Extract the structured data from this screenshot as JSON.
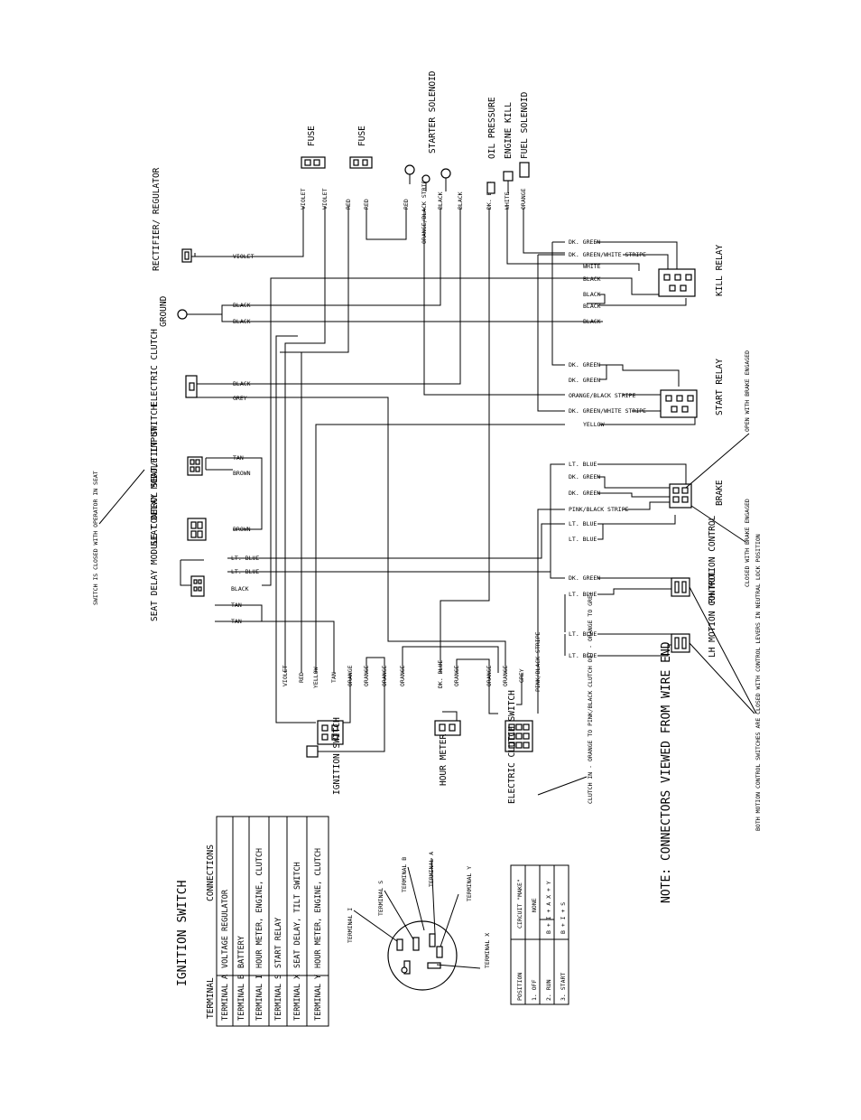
{
  "components": {
    "rectifier": "RECTIFIER/ REGULATOR",
    "ground": "GROUND",
    "electric_clutch": "ELECTRIC CLUTCH",
    "seat_tilt_switch": "SEAT/TILT SWITCH",
    "seat_delay_input": "SEAT DELAY MODULE INPUT",
    "seat_delay_control": "SEAT DELAY MODULE CONTROL",
    "fuse_1": "FUSE",
    "fuse_2": "FUSE",
    "starter_solenoid": "STARTER SOLENOID",
    "oil_pressure": "OIL PRESSURE",
    "engine_kill": "ENGINE KILL",
    "fuel_solenoid": "FUEL SOLENOID",
    "kill_relay": "KILL RELAY",
    "start_relay": "START RELAY",
    "brake": "BRAKE",
    "rh_motion": "RH MOTION CONTROL",
    "lh_motion": "LH MOTION CONTROL",
    "ignition_switch": "IGNITION SWITCH",
    "hour_meter": "HOUR METER",
    "electric_clutch_switch": "ELECTRIC CLUTCH SWITCH"
  },
  "wire_labels": {
    "violet": "VIOLET",
    "black": "BLACK",
    "grey": "GREY",
    "tan": "TAN",
    "brown": "BROWN",
    "lt_blue": "LT. BLUE",
    "red": "RED",
    "orange_black": "ORANGE/BLACK STRIPE",
    "dk_blue": "DK. BLUE",
    "white": "WHITE",
    "orange": "ORANGE",
    "dk_green": "DK. GREEN",
    "dk_green_white": "DK. GREEN/WHITE STRIPE",
    "yellow": "YELLOW",
    "pink_black": "PINK/BLACK STRIPE"
  },
  "notes": {
    "seat_switch": "SWITCH IS CLOSED WITH OPERATOR IN SEAT",
    "brake_open": "OPEN WITH BRAKE ENGAGED",
    "brake_closed": "CLOSED WITH BRAKE ENGAGED",
    "motion_switches": "BOTH MOTION CONTROL SWITCHES ARE CLOSED WITH CONTROL LEVERS IN NEUTRAL LOCK POSITION",
    "clutch_switch": "CLUTCH IN - ORANGE TO PINK/BLACK CLUTCH OUT - ORANGE TO GREY",
    "connectors": "NOTE: CONNECTORS VIEWED FROM WIRE END"
  },
  "ignition_table": {
    "title": "IGNITION SWITCH",
    "headers": [
      "TERMINAL",
      "CONNECTIONS"
    ],
    "rows": [
      [
        "TERMINAL  A",
        "VOLTAGE REGULATOR"
      ],
      [
        "TERMINAL  B",
        "BATTERY"
      ],
      [
        "TERMINAL  I",
        "HOUR METER, ENGINE, CLUTCH"
      ],
      [
        "TERMINAL  S",
        "START RELAY"
      ],
      [
        "TERMINAL  X",
        "SEAT DELAY, TILT SWITCH"
      ],
      [
        "TERMINAL  Y",
        "HOUR METER, ENGINE, CLUTCH"
      ]
    ]
  },
  "terminal_labels": {
    "i": "TERMINAL I",
    "s": "TERMINAL S",
    "b": "TERMINAL B",
    "a": "TERMINAL A",
    "y": "TERMINAL Y",
    "x": "TERMINAL X"
  },
  "position_table": {
    "headers": [
      "POSITION",
      "CIRCUIT \"MAKE\""
    ],
    "rows": [
      [
        "1. OFF",
        "NONE"
      ],
      [
        "2. RUN",
        "B + I + A     X + Y"
      ],
      [
        "3. START",
        "B + I + S"
      ]
    ]
  }
}
